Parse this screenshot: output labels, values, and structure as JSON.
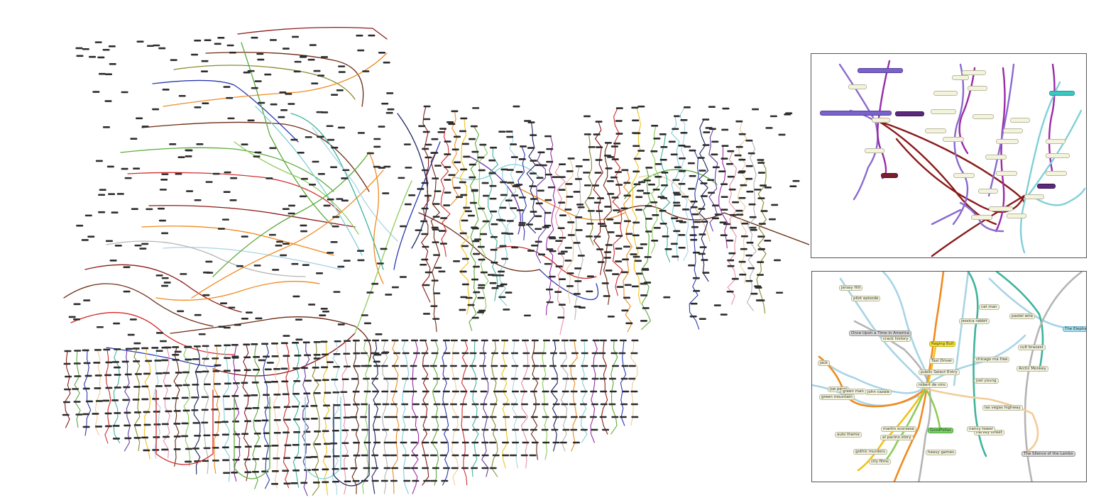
{
  "colors": {
    "maroon": "#8b1a1a",
    "brown": "#6b2a12",
    "red": "#d42a2a",
    "orange": "#f08a1e",
    "yellow": "#f2c21a",
    "green": "#5aaa3a",
    "lightgreen": "#8ccc5a",
    "teal": "#3fb39a",
    "cyan": "#7fd0d8",
    "lightblue": "#a8d4e6",
    "blue": "#2a3ab0",
    "navy": "#1c2260",
    "purple": "#6a3aa0",
    "violet": "#8a6ad0",
    "magenta": "#9a2aa8",
    "pink": "#e890a8",
    "peach": "#f3cc98",
    "grey": "#b4b4b4",
    "olive": "#8a8a30"
  },
  "overview": {
    "description_icon": "metro-map-network"
  },
  "detail_top": {
    "labels": [
      {
        "text": "",
        "style": "hl-purple"
      },
      {
        "text": "",
        "style": ""
      },
      {
        "text": "",
        "style": "hl-purple"
      },
      {
        "text": "",
        "style": "hl-dpurple"
      },
      {
        "text": "",
        "style": ""
      },
      {
        "text": "",
        "style": "hl-maroon"
      },
      {
        "text": "",
        "style": ""
      },
      {
        "text": "",
        "style": ""
      },
      {
        "text": "",
        "style": ""
      },
      {
        "text": "",
        "style": ""
      },
      {
        "text": "",
        "style": ""
      },
      {
        "text": "",
        "style": ""
      },
      {
        "text": "",
        "style": ""
      },
      {
        "text": "",
        "style": ""
      },
      {
        "text": "",
        "style": ""
      },
      {
        "text": "",
        "style": ""
      },
      {
        "text": "",
        "style": ""
      },
      {
        "text": "",
        "style": ""
      },
      {
        "text": "",
        "style": ""
      },
      {
        "text": "",
        "style": ""
      },
      {
        "text": "",
        "style": ""
      },
      {
        "text": "",
        "style": ""
      },
      {
        "text": "",
        "style": "hl-teal"
      },
      {
        "text": "",
        "style": ""
      },
      {
        "text": "",
        "style": ""
      },
      {
        "text": "",
        "style": ""
      },
      {
        "text": "",
        "style": "hl-dpurple"
      },
      {
        "text": "",
        "style": ""
      },
      {
        "text": "",
        "style": ""
      },
      {
        "text": "",
        "style": ""
      },
      {
        "text": "",
        "style": ""
      }
    ]
  },
  "detail_bottom": {
    "labels": [
      {
        "text": "jersey Hill",
        "style": ""
      },
      {
        "text": "pilot episode",
        "style": ""
      },
      {
        "text": "Once Upon a Time in America",
        "style": "hl-grey"
      },
      {
        "text": "crack history",
        "style": ""
      },
      {
        "text": "Raging Bull",
        "style": "hl-yellow"
      },
      {
        "text": "Taxi Driver",
        "style": ""
      },
      {
        "text": "public Select Entry",
        "style": ""
      },
      {
        "text": "robert de niro",
        "style": ""
      },
      {
        "text": "green mountain",
        "style": ""
      },
      {
        "text": "jack",
        "style": ""
      },
      {
        "text": "joe pesci",
        "style": ""
      },
      {
        "text": "chicago ma free",
        "style": ""
      },
      {
        "text": "joel young",
        "style": ""
      },
      {
        "text": "las vegas highway",
        "style": ""
      },
      {
        "text": "jessica rabbit",
        "style": ""
      },
      {
        "text": "harvey street",
        "style": ""
      },
      {
        "text": "The Elephant Man",
        "style": "hl-blue"
      },
      {
        "text": "pastel wire",
        "style": ""
      },
      {
        "text": "cult bravest",
        "style": ""
      },
      {
        "text": "Arctic Monkey",
        "style": ""
      },
      {
        "text": "cat man",
        "style": ""
      },
      {
        "text": "martin scorsese",
        "style": ""
      },
      {
        "text": "green man",
        "style": ""
      },
      {
        "text": "john cazale",
        "style": ""
      },
      {
        "text": "auto theme",
        "style": ""
      },
      {
        "text": "al pacino story",
        "style": ""
      },
      {
        "text": "GoodFellas",
        "style": "hl-green"
      },
      {
        "text": "nancy tower",
        "style": ""
      },
      {
        "text": "gothic murders",
        "style": ""
      },
      {
        "text": "city films",
        "style": ""
      },
      {
        "text": "heavy games",
        "style": ""
      },
      {
        "text": "The Silence of the Lambs",
        "style": "hl-grey"
      }
    ]
  }
}
